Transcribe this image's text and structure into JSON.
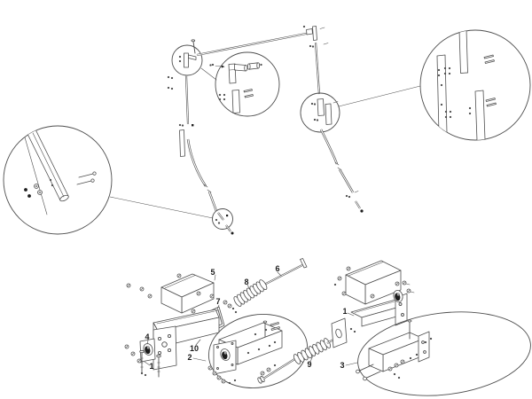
{
  "diagram": {
    "colors": {
      "background": "#ffffff",
      "line": "#4e4e4e",
      "dark": "#1c1c1c",
      "label": "#1a1a1a"
    },
    "labels": {
      "part1_left": "1",
      "part1_right": "1",
      "part2": "2",
      "part3": "3",
      "part4": "4",
      "part5": "5",
      "part6": "6",
      "part7": "7",
      "part8": "8",
      "part9": "9",
      "part10": "10"
    }
  }
}
